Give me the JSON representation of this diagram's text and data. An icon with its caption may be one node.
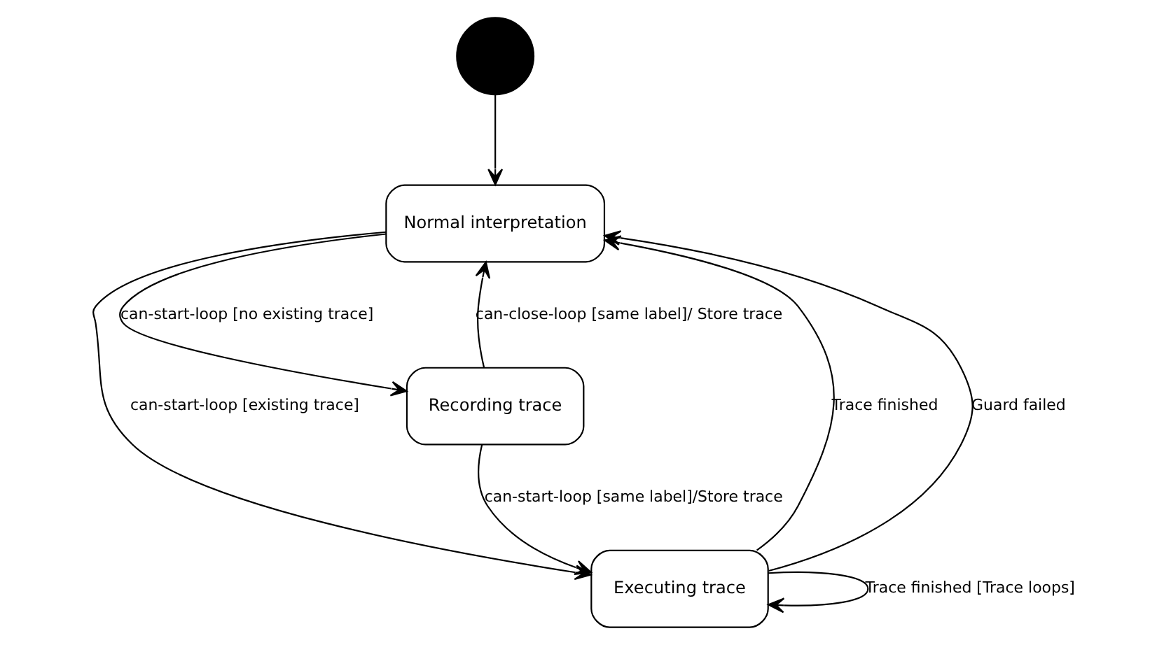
{
  "diagram": {
    "nodes": [
      {
        "text": [],
        "shape": "circle"
      },
      {
        "text": [
          "Normal interpretation"
        ]
      },
      {
        "text": [
          "Executing trace"
        ]
      },
      {
        "text": [
          "Recording trace"
        ]
      }
    ],
    "edges": [
      {
        "from": 0,
        "to": 1,
        "arrow": "to"
      },
      {
        "from": 2,
        "to": 1,
        "arrow": "to",
        "label": "Trace finished"
      },
      {
        "from": 1,
        "to": 2,
        "arrow": "to",
        "label": "can-start-loop [existing trace]"
      },
      {
        "from": 2,
        "to": 1,
        "arrow": "to",
        "label": "Guard failed"
      },
      {
        "from": 2,
        "to": 2,
        "arrow": "to",
        "label": "Trace finished [Trace loops]"
      },
      {
        "from": 1,
        "to": 3,
        "arrow": "to",
        "label": "can-start-loop [no existing trace]"
      },
      {
        "from": 3,
        "to": 1,
        "arrow": "to",
        "label": "can-close-loop [same label]/ Store trace"
      },
      {
        "from": 3,
        "to": 2,
        "arrow": "to",
        "label": "can-start-loop [same label]/Store trace"
      }
    ]
  }
}
